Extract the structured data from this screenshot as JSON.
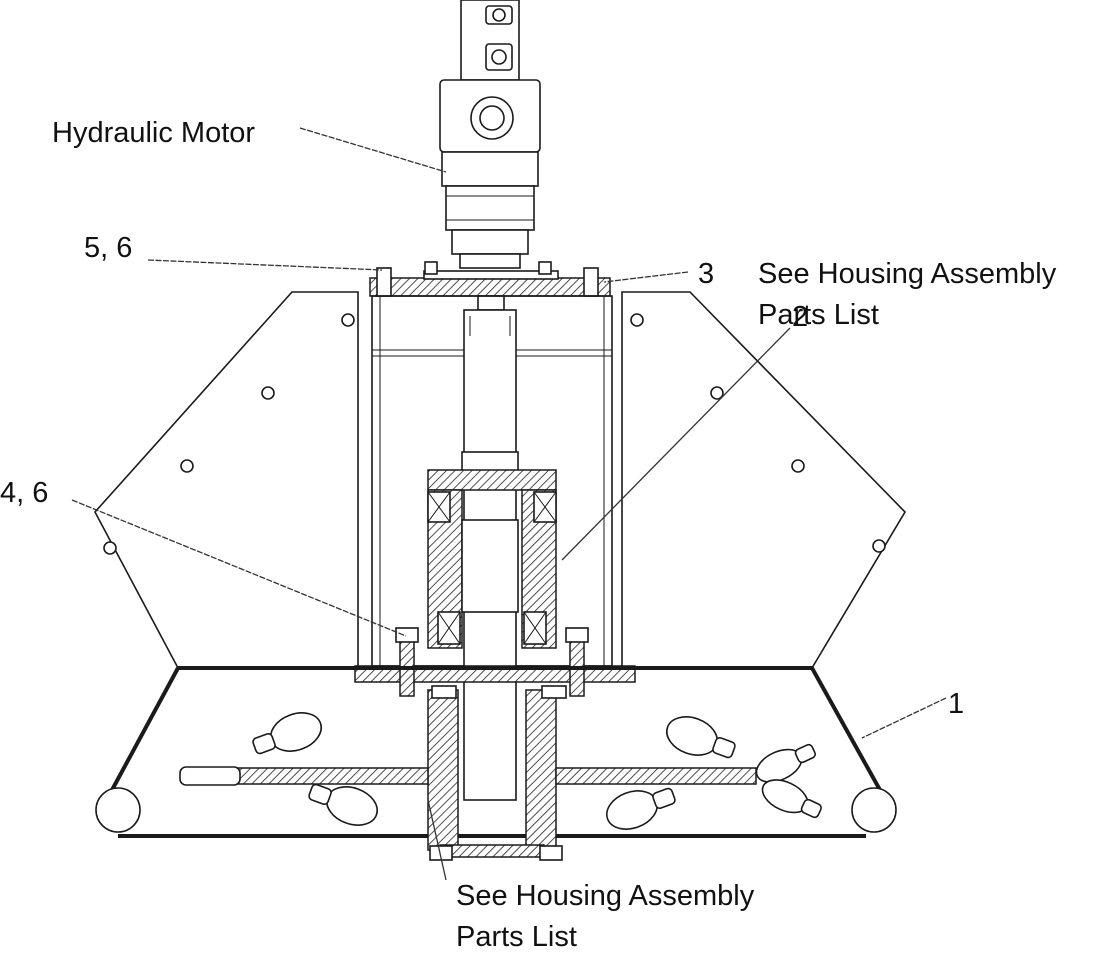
{
  "labels": {
    "motor": "Hydraulic Motor",
    "item_56": "5, 6",
    "item_3": "3",
    "housing_top_line1": "See Housing Assembly",
    "housing_top_line2": "Parts List",
    "item_2": "2",
    "item_46": "4, 6",
    "item_1": "1",
    "housing_bottom_line1": "See Housing Assembly",
    "housing_bottom_line2": "Parts List"
  }
}
